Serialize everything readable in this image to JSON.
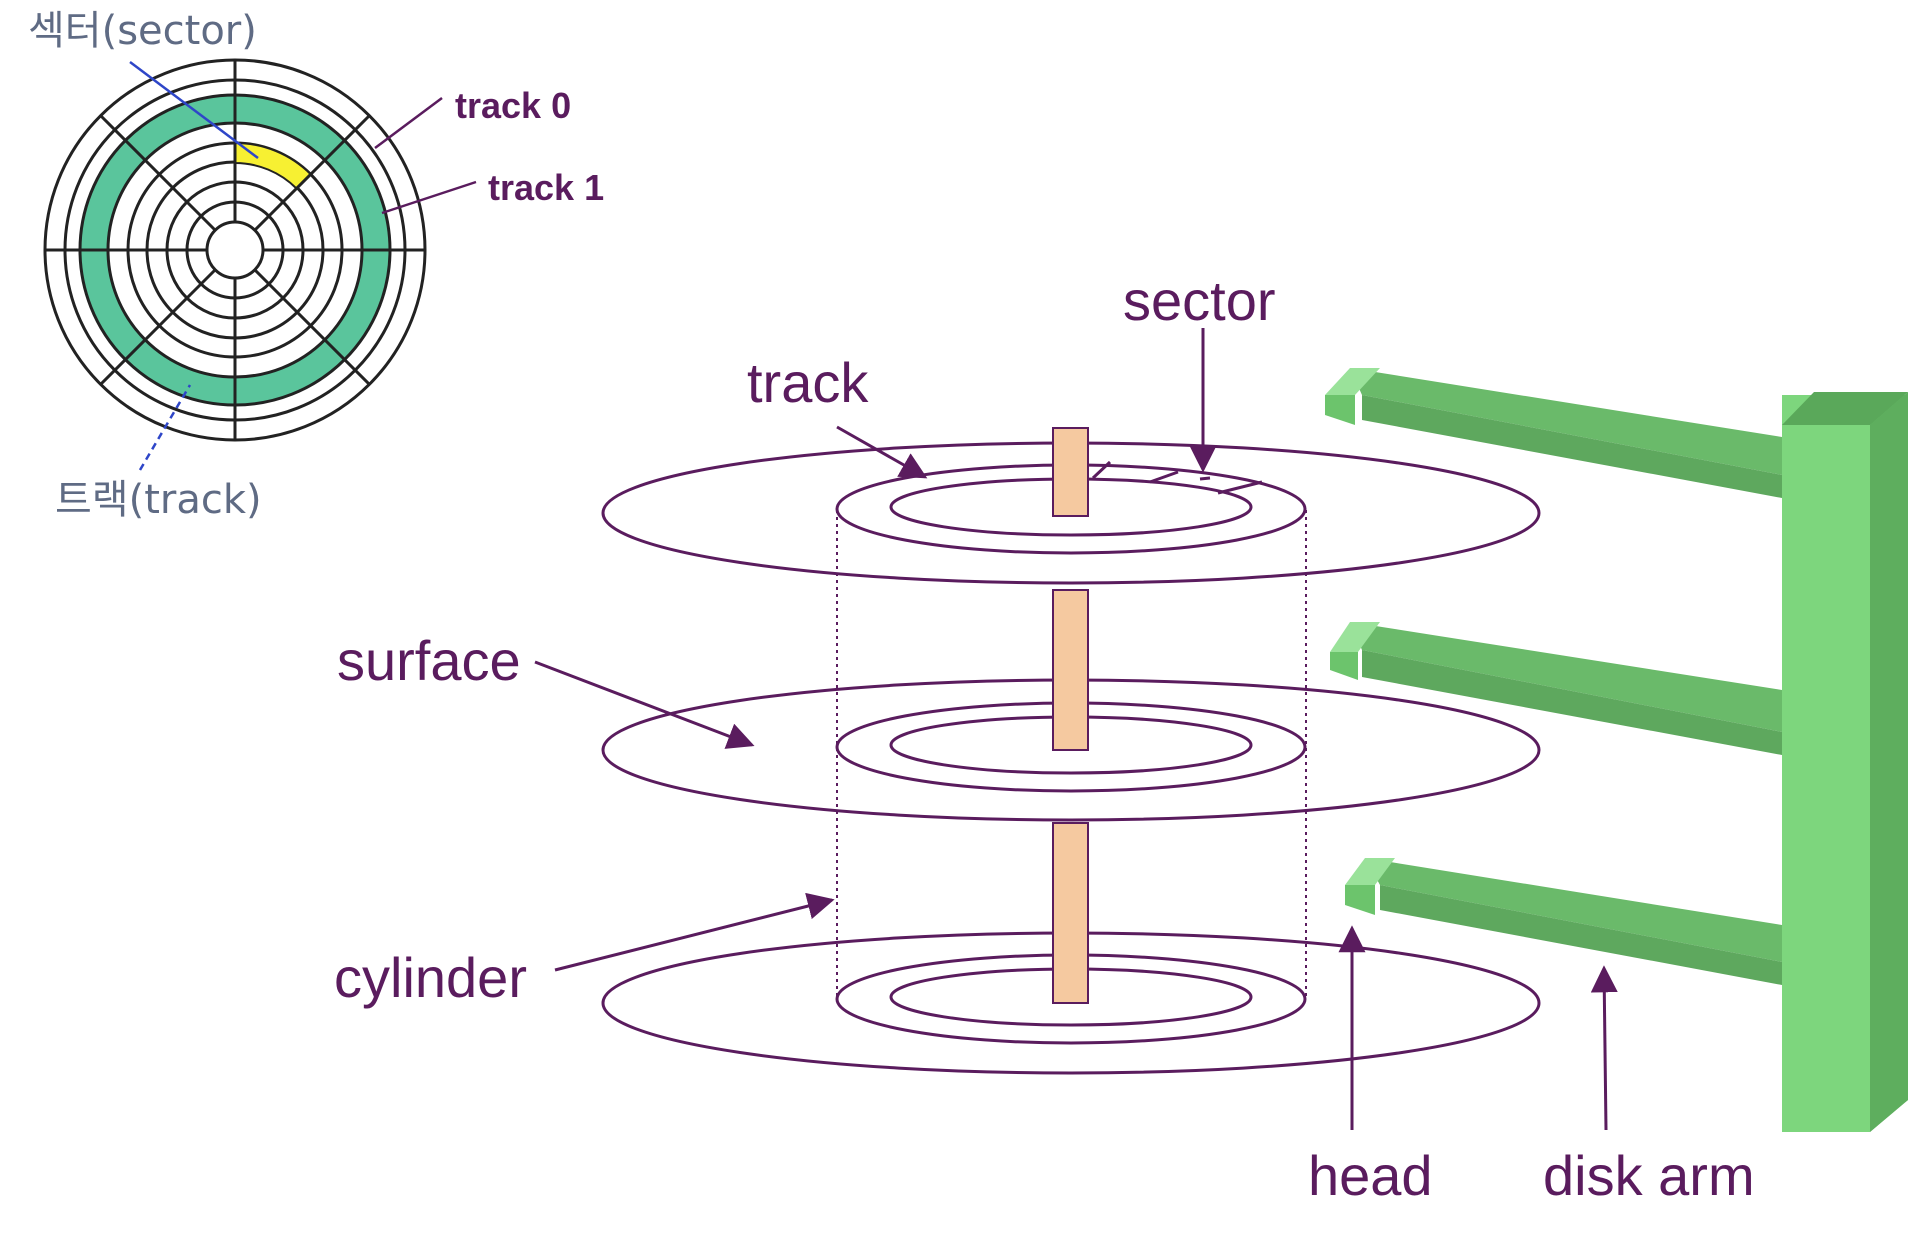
{
  "small_diagram": {
    "sector_label": "섹터(sector)",
    "track_label_ko": "트랙(track)",
    "track0_label": "track 0",
    "track1_label": "track 1"
  },
  "main_diagram": {
    "sector_label": "sector",
    "track_label": "track",
    "surface_label": "surface",
    "cylinder_label": "cylinder",
    "head_label": "head",
    "disk_arm_label": "disk arm"
  },
  "colors": {
    "outline": "#5a1c5e",
    "track_band": "#5ac59c",
    "sector_highlight": "#f7f032",
    "spindle": "#f5c9a0",
    "arm_light": "#86dc86",
    "arm_dark": "#5ea85e"
  }
}
